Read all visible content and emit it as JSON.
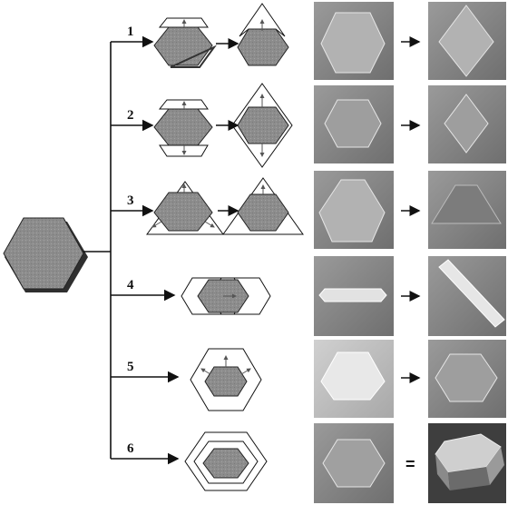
{
  "pathways": [
    {
      "label": "1",
      "micrograph_relation": "arrow"
    },
    {
      "label": "2",
      "micrograph_relation": "arrow"
    },
    {
      "label": "3",
      "micrograph_relation": "arrow"
    },
    {
      "label": "4",
      "micrograph_relation": "arrow"
    },
    {
      "label": "5",
      "micrograph_relation": "arrow"
    },
    {
      "label": "6",
      "micrograph_relation": "equals",
      "equals_text": "="
    }
  ],
  "colors": {
    "crystal_fill": "#8f8f8f",
    "crystal_shadow": "#3a3a3a",
    "micrograph_bg": "#8a8a8a",
    "micrograph_shape": "#bdbdbd",
    "line": "#111111"
  }
}
